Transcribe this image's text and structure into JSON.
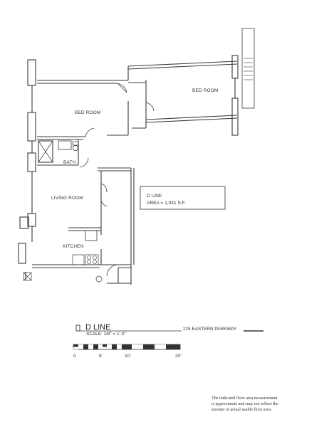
{
  "rooms": {
    "bedroom_right": "BED ROOM",
    "bedroom_left": "BED ROOM",
    "bath": "BATH",
    "living_room": "LIVING ROOM",
    "kitchen": "KITCHEN"
  },
  "unit_info": {
    "line1": "D LINE",
    "line2": "AREA = 1,031 S.F."
  },
  "title_block": {
    "title": "D LINE",
    "scale": "SCALE: 1/8\" = 1'-0\"",
    "address": "225 EASTERN PARKWAY"
  },
  "scale_bar": {
    "ticks": [
      "0",
      "5'",
      "10'",
      "20'"
    ]
  },
  "disclaimer": {
    "line1": "The indicated floor area measurement",
    "line2": "is approximate and may not reflect the",
    "line3": "amount of actual usable floor area."
  }
}
